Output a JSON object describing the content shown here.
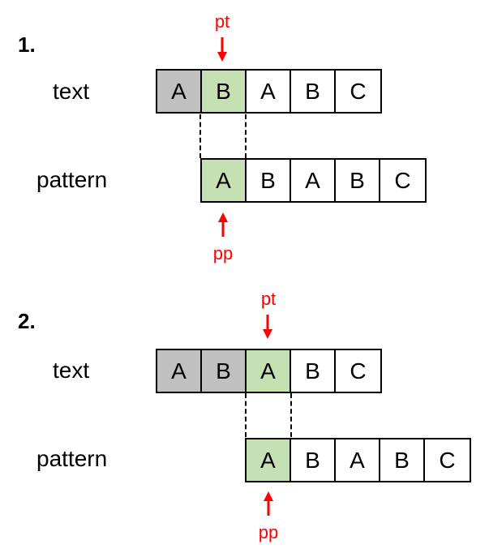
{
  "steps": [
    {
      "number": "1.",
      "text_label": "text",
      "pattern_label": "pattern",
      "pt_label": "pt",
      "pp_label": "pp",
      "text_cells": [
        {
          "char": "A",
          "state": "done"
        },
        {
          "char": "B",
          "state": "match"
        },
        {
          "char": "A",
          "state": "none"
        },
        {
          "char": "B",
          "state": "none"
        },
        {
          "char": "C",
          "state": "none"
        }
      ],
      "pattern_cells": [
        {
          "char": "A",
          "state": "match"
        },
        {
          "char": "B",
          "state": "none"
        },
        {
          "char": "A",
          "state": "none"
        },
        {
          "char": "B",
          "state": "none"
        },
        {
          "char": "C",
          "state": "none"
        }
      ]
    },
    {
      "number": "2.",
      "text_label": "text",
      "pattern_label": "pattern",
      "pt_label": "pt",
      "pp_label": "pp",
      "text_cells": [
        {
          "char": "A",
          "state": "done"
        },
        {
          "char": "B",
          "state": "done"
        },
        {
          "char": "A",
          "state": "match"
        },
        {
          "char": "B",
          "state": "none"
        },
        {
          "char": "C",
          "state": "none"
        }
      ],
      "pattern_cells": [
        {
          "char": "A",
          "state": "match"
        },
        {
          "char": "B",
          "state": "none"
        },
        {
          "char": "A",
          "state": "none"
        },
        {
          "char": "B",
          "state": "none"
        },
        {
          "char": "C",
          "state": "none"
        }
      ]
    }
  ],
  "colors": {
    "pointer": "#ff0000",
    "done_fill": "#c0c0c0",
    "match_fill": "#c5e0b3",
    "cell_fill": "#ffffff"
  }
}
